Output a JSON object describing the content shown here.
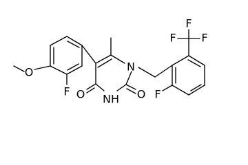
{
  "structure": {
    "atoms": {
      "o_methoxy": "O",
      "f_aryl": "F",
      "n1": "N",
      "n3": "NH",
      "o_c4": "O",
      "o_c2": "O",
      "f_benzyl": "F",
      "f_cf3_left": "F",
      "f_cf3_top": "F",
      "f_cf3_right": "F"
    },
    "colors": {
      "bond": "#000000",
      "atom_text": "#000000",
      "background": "#ffffff"
    }
  }
}
